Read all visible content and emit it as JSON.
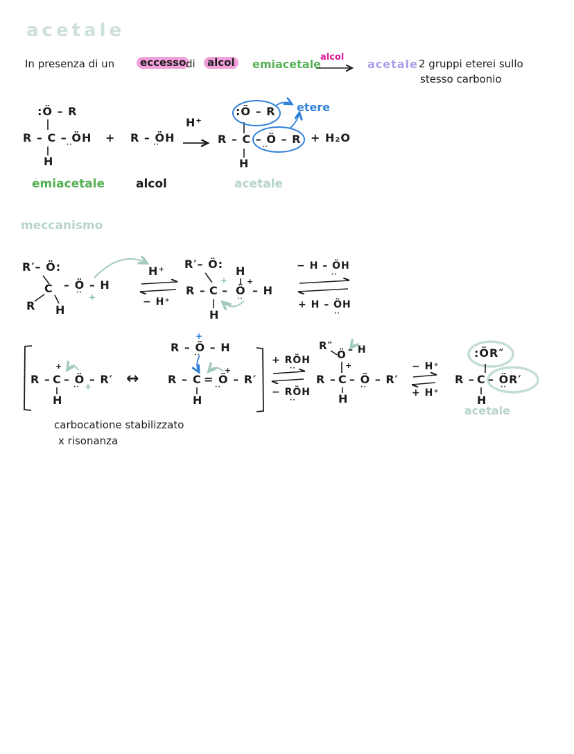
{
  "sym": {
    "lp": "··",
    "plus": "+"
  },
  "title": "acetale",
  "intro": {
    "part1": "In presenza di un",
    "hl1": "eccesso",
    "part2": "di",
    "hl2": "alcol",
    "green_word": "emiacetale",
    "arrow_label": "alcol",
    "purple_word": "acetale",
    "rest_line1": "2 gruppi eterei sullo",
    "rest_line2": "stesso carbonio"
  },
  "reaction": {
    "hemiacetal": {
      "top": ":Ö – R",
      "mid": "R – C – ÖH",
      "bottom": "H"
    },
    "plus": "+",
    "alcohol": "R – ÖH",
    "catalyst": "H⁺",
    "acetal": {
      "top": ":Ö – R",
      "mid": "R – C – Ö – R",
      "bottom": "H"
    },
    "etere": "etere",
    "water": "+ H₂O",
    "labels": {
      "left": "emiacetale",
      "mid": "alcol",
      "right": "acetale"
    }
  },
  "mechanism": {
    "header": "meccanismo",
    "row1": {
      "s1": {
        "top": "R′– Ö:",
        "c": "C",
        "left": "R",
        "bottom": "H",
        "right": "– Ö – H"
      },
      "eq1": {
        "above": "H⁺",
        "below": "− H⁺"
      },
      "s2": {
        "top": "R′– Ö:",
        "left": "R –",
        "c": "C",
        "bottom": "H",
        "bond1": "–",
        "o": "Ö",
        "otop": "H",
        "right": "– H"
      },
      "eq2": {
        "above": "− H – ÖH",
        "below": "+ H – ÖH"
      }
    },
    "row2": {
      "s1": {
        "left": "R –",
        "c": "C",
        "right": "– Ö – R′",
        "bottom": "H"
      },
      "resonance_arrow": "↔",
      "s2": {
        "top": "R – Ö – H",
        "left": "R –",
        "c": "C",
        "right": "= Ö – R′",
        "bottom": "H"
      },
      "eq1": {
        "above": "+ RÖH",
        "below": "− RÖH"
      },
      "s3": {
        "rtop": "R″",
        "o": "Ö",
        "oh": "– H",
        "left": "R –",
        "c": "C",
        "right": "– Ö – R′",
        "bottom": "H"
      },
      "eq2": {
        "above": "− H⁺",
        "below": "+ H⁺"
      },
      "s4": {
        "top": ":ÖR″",
        "left": "R –",
        "c": "C",
        "right": "– ÖR′",
        "bottom": "H",
        "label": "acetale"
      }
    },
    "caption1": "carbocatione stabilizzato",
    "caption2": "x risonanza"
  },
  "colors": {
    "ink": "#1c1c1c",
    "mint": "#b7d4cb",
    "mint_light": "#cde0d9",
    "green": "#56b054",
    "pink_highlight": "#f2a0dc",
    "magenta": "#e0189a",
    "lavender": "#a89de8",
    "blue": "#2f80d8",
    "teal_arrow": "#a3cabe"
  }
}
